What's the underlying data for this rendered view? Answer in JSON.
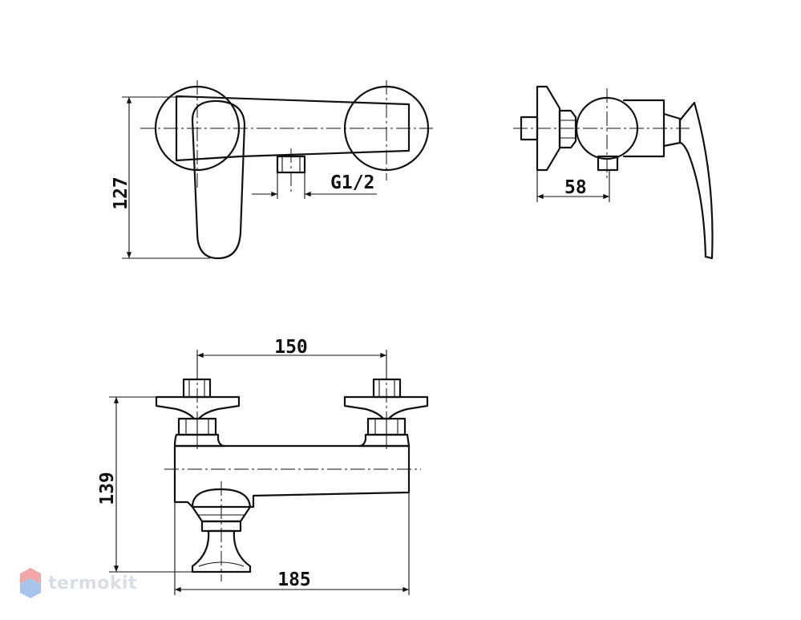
{
  "dimensions": {
    "top_view_height": "127",
    "thread_size": "G1/2",
    "side_view_depth": "58",
    "centers_distance": "150",
    "front_view_height": "139",
    "front_view_width": "185"
  },
  "watermark": {
    "text": "termokit",
    "color": "#d8dde6",
    "logo_colors": [
      "#f1a7a7",
      "#a9c4ea"
    ]
  }
}
